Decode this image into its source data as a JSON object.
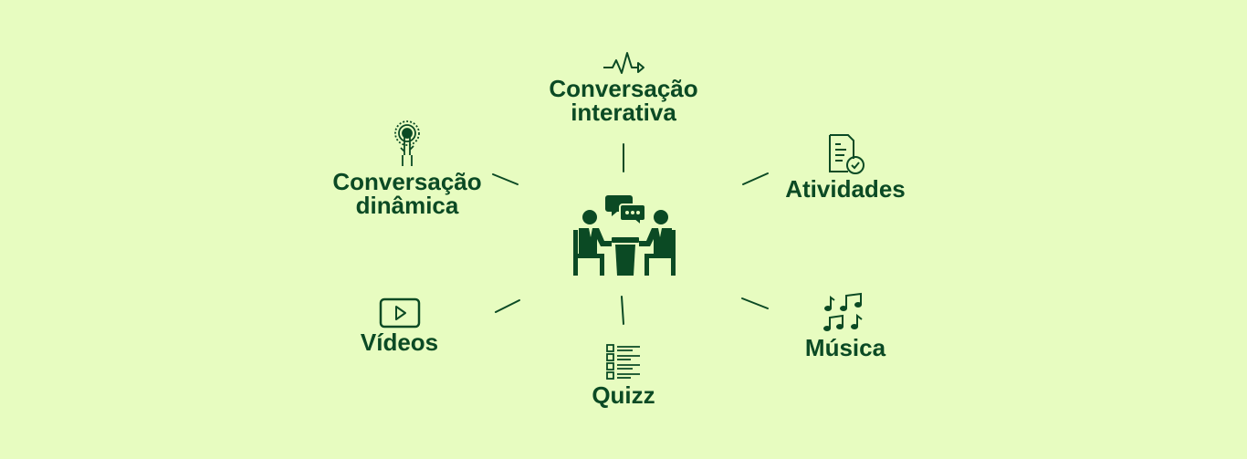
{
  "colors": {
    "background": "#e7fcc0",
    "foreground": "#0b4a24"
  },
  "center": {
    "icon": "meeting-icon"
  },
  "nodes": {
    "top": {
      "label_1": "Conversação",
      "label_2": "interativa",
      "icon": "pulse-arrow-icon"
    },
    "upper_left": {
      "label_1": "Conversação",
      "label_2": "dinâmica",
      "icon": "touch-tap-icon"
    },
    "upper_right": {
      "label": "Atividades",
      "icon": "checked-document-icon"
    },
    "lower_left": {
      "label": "Vídeos",
      "icon": "video-play-icon"
    },
    "bottom": {
      "label": "Quizz",
      "icon": "checklist-icon"
    },
    "lower_right": {
      "label": "Música",
      "icon": "music-notes-icon"
    }
  }
}
